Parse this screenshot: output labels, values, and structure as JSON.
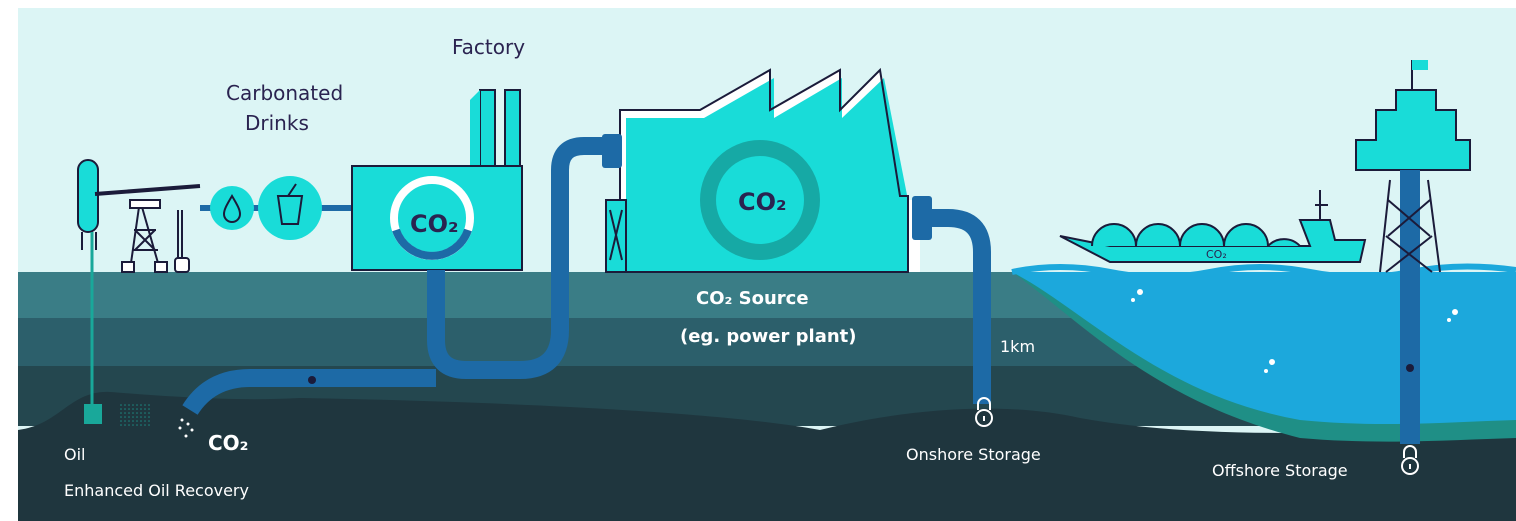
{
  "labels": {
    "factory": "Factory",
    "carbonated_line1": "Carbonated",
    "carbonated_line2": "Drinks",
    "co2_factory": "CO₂",
    "co2_source_circle": "CO₂",
    "co2_ship": "CO₂",
    "co2_source_line1": "CO₂ Source",
    "co2_source_line2": "(eg. power plant)",
    "depth": "1km",
    "oil": "Oil",
    "co2_injection": "CO₂",
    "eor": "Enhanced Oil Recovery",
    "onshore": "Onshore Storage",
    "offshore": "Offshore Storage"
  },
  "icons": [
    "oil-pump-icon",
    "droplet-icon",
    "drink-cup-icon",
    "factory-icon",
    "power-plant-icon",
    "ship-icon",
    "offshore-platform-icon",
    "lock-icon",
    "flag-icon"
  ],
  "colors": {
    "sky": "#dcf5f5",
    "ground_top": "#3a7d86",
    "ground_mid": "#2c5f6b",
    "ground_low": "#24474f",
    "ground_deep": "#1f363e",
    "sea": "#1ca8dc",
    "sea_bed": "#1f8f86",
    "cyan": "#19dcd8",
    "pipe": "#1d6aa6",
    "outline": "#1b1b3a"
  }
}
